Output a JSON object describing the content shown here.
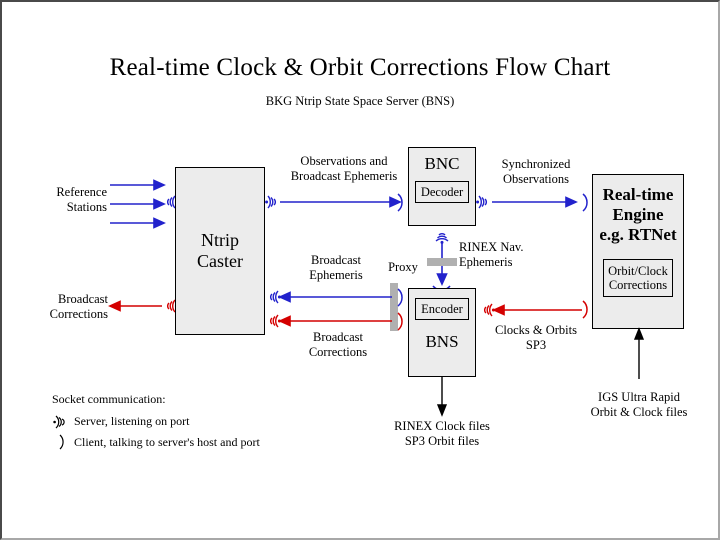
{
  "page": {
    "title": "Real-time Clock & Orbit Corrections Flow Chart",
    "subtitle": "BKG Ntrip State Space Server  (BNS)"
  },
  "colors": {
    "blue": "#2222cc",
    "red": "#d40000",
    "black": "#000000",
    "box_fill": "#ececec",
    "proxy_gray": "#b0b0b0"
  },
  "boxes": {
    "caster": {
      "label_line1": "Ntrip",
      "label_line2": "Caster"
    },
    "bnc": {
      "label": "BNC",
      "inner": "Decoder"
    },
    "bns": {
      "label": "BNS",
      "inner": "Encoder"
    },
    "rtnet": {
      "label_line1": "Real-time",
      "label_line2": "Engine",
      "label_line3": "e.g. RTNet",
      "inner_line1": "Orbit/Clock",
      "inner_line2": "Corrections"
    }
  },
  "labels": {
    "reference_stations_l1": "Reference",
    "reference_stations_l2": "Stations",
    "broadcast_corrections_out_l1": "Broadcast",
    "broadcast_corrections_out_l2": "Corrections",
    "observations_l1": "Observations and",
    "observations_l2": "Broadcast Ephemeris",
    "synchronized_l1": "Synchronized",
    "synchronized_l2": "Observations",
    "broadcast_ephemeris_l1": "Broadcast",
    "broadcast_ephemeris_l2": "Ephemeris",
    "broadcast_corrections_l1": "Broadcast",
    "broadcast_corrections_l2": "Corrections",
    "proxy": "Proxy",
    "rinex_nav_l1": "RINEX Nav.",
    "rinex_nav_l2": "Ephemeris",
    "clocks_orbits_l1": "Clocks & Orbits",
    "clocks_orbits_l2": "SP3",
    "rinex_clock_files_l1": "RINEX Clock files",
    "rinex_clock_files_l2": "SP3 Orbit files",
    "igs_l1": "IGS Ultra Rapid",
    "igs_l2": "Orbit & Clock files"
  },
  "legend": {
    "heading": "Socket communication:",
    "server": "Server,  listening on port",
    "client": "Client,  talking to server's host and port",
    "server_icon": "socket-server-icon",
    "client_icon": "socket-client-icon"
  }
}
